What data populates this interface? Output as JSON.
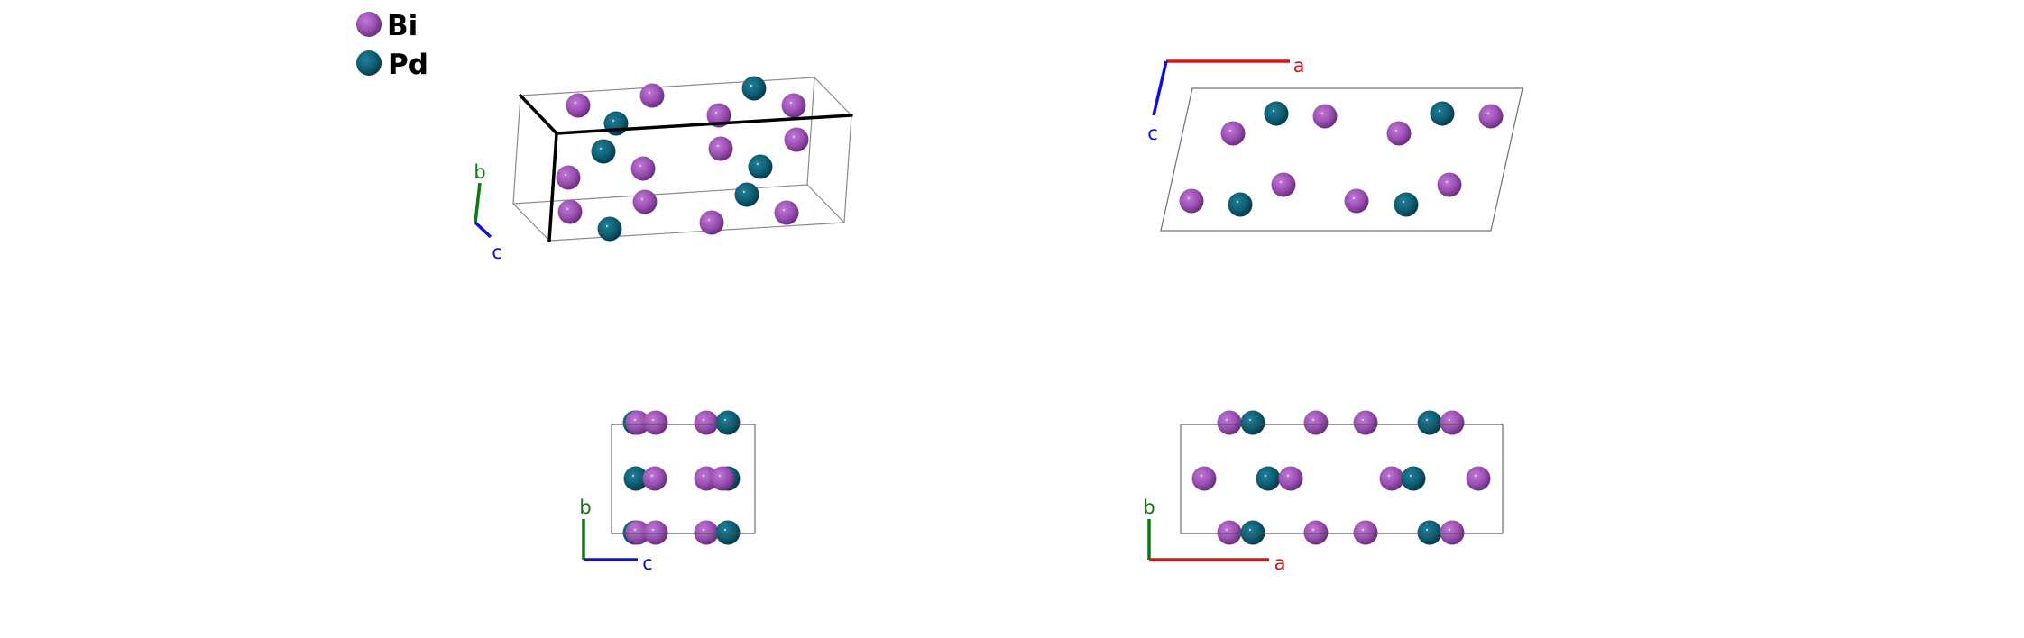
{
  "legend": {
    "items": [
      {
        "element": "Bi",
        "label": "Bi",
        "color": "#9b4fb3"
      },
      {
        "element": "Pd",
        "label": "Pd",
        "color": "#0f5e74"
      }
    ]
  },
  "colors": {
    "Bi": "#9b4fb3",
    "Pd": "#0f5e74",
    "axis_a": "#e01010",
    "axis_b": "#107810",
    "axis_c": "#1010d8",
    "cell_edge": "#707070"
  },
  "views": [
    {
      "name": "perspective-view",
      "axes": [
        {
          "axis": "b",
          "label": "b"
        },
        {
          "axis": "c",
          "label": "c"
        }
      ]
    },
    {
      "name": "view-along-b",
      "axes": [
        {
          "axis": "a",
          "label": "a"
        },
        {
          "axis": "c",
          "label": "c"
        }
      ]
    },
    {
      "name": "view-along-a",
      "axes": [
        {
          "axis": "b",
          "label": "b"
        },
        {
          "axis": "c",
          "label": "c"
        }
      ]
    },
    {
      "name": "view-along-c",
      "axes": [
        {
          "axis": "b",
          "label": "b"
        },
        {
          "axis": "a",
          "label": "a"
        }
      ]
    }
  ]
}
